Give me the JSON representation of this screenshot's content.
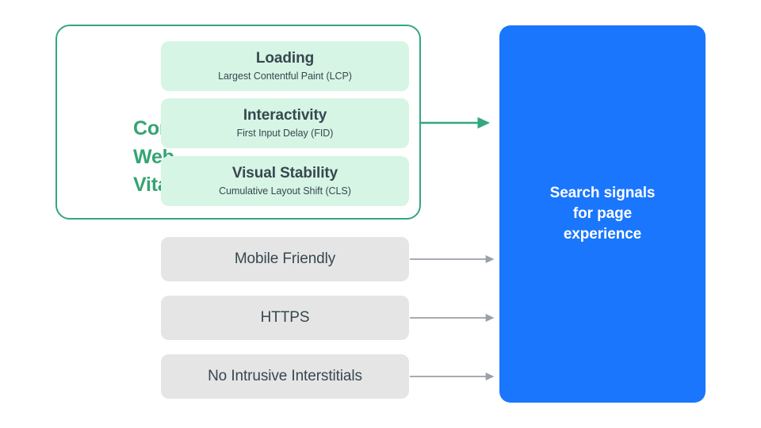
{
  "diagram": {
    "title": "Search signals for page experience",
    "colors": {
      "green_accent": "#34a473",
      "green_border": "#33a682",
      "green_pill_bg": "#d6f5e5",
      "gray_pill_bg": "#e5e5e6",
      "blue_box_bg": "#1a76fd",
      "text_dark": "#37474f",
      "text_white": "#ffffff",
      "arrow_gray": "#9aa0a6",
      "arrow_green": "#33a682"
    }
  },
  "core_web_vitals": {
    "group_label": "Core Web Vitals",
    "group_label_lines": [
      "Core",
      "Web",
      "Vitals"
    ],
    "metrics": [
      {
        "title": "Loading",
        "subtitle": "Largest Contentful Paint (LCP)"
      },
      {
        "title": "Interactivity",
        "subtitle": "First Input Delay (FID)"
      },
      {
        "title": "Visual Stability",
        "subtitle": "Cumulative Layout Shift (CLS)"
      }
    ]
  },
  "other_signals": [
    {
      "title": "Mobile Friendly"
    },
    {
      "title": "HTTPS"
    },
    {
      "title": "No Intrusive Interstitials"
    }
  ],
  "destination": {
    "label": "Search signals\nfor page\nexperience"
  },
  "arrows": [
    {
      "name": "core-web-vitals-to-destination",
      "color": "#33a682"
    },
    {
      "name": "mobile-friendly-to-destination",
      "color": "#9aa0a6"
    },
    {
      "name": "https-to-destination",
      "color": "#9aa0a6"
    },
    {
      "name": "interstitials-to-destination",
      "color": "#9aa0a6"
    }
  ]
}
